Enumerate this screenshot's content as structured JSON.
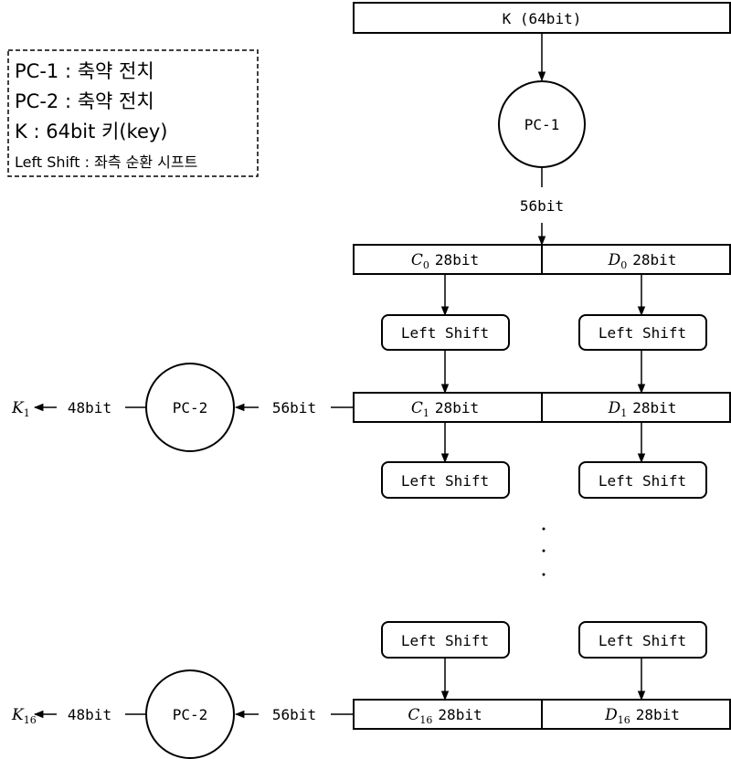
{
  "legend": {
    "items": [
      {
        "term": "PC-1",
        "sep": " : ",
        "desc": "축약 전치"
      },
      {
        "term": "PC-2",
        "sep": " : ",
        "desc": "축약 전치"
      },
      {
        "term": "K",
        "sep": " : ",
        "desc": "64bit 키(key)"
      },
      {
        "term": "Left Shift",
        "sep": " : ",
        "desc": "좌측 순환 시프트"
      }
    ]
  },
  "key_box": {
    "label": "K (64bit)"
  },
  "pc1": {
    "label": "PC-1",
    "output_label": "56bit"
  },
  "rounds": {
    "r0": {
      "c_sym": "C",
      "c_sub": "0",
      "c_bits": "28bit",
      "d_sym": "D",
      "d_sub": "0",
      "d_bits": "28bit"
    },
    "r1": {
      "c_sym": "C",
      "c_sub": "1",
      "c_bits": "28bit",
      "d_sym": "D",
      "d_sub": "1",
      "d_bits": "28bit"
    },
    "r16": {
      "c_sym": "C",
      "c_sub": "16",
      "c_bits": "28bit",
      "d_sym": "D",
      "d_sub": "16",
      "d_bits": "28bit"
    }
  },
  "left_shift_label": "Left Shift",
  "ellipsis": "⋮",
  "subkeys": {
    "k1": {
      "input_label": "56bit",
      "pc2_label": "PC-2",
      "output_label": "48bit",
      "sym": "K",
      "sub": "1"
    },
    "k16": {
      "input_label": "56bit",
      "pc2_label": "PC-2",
      "output_label": "48bit",
      "sym": "K",
      "sub": "16"
    }
  }
}
